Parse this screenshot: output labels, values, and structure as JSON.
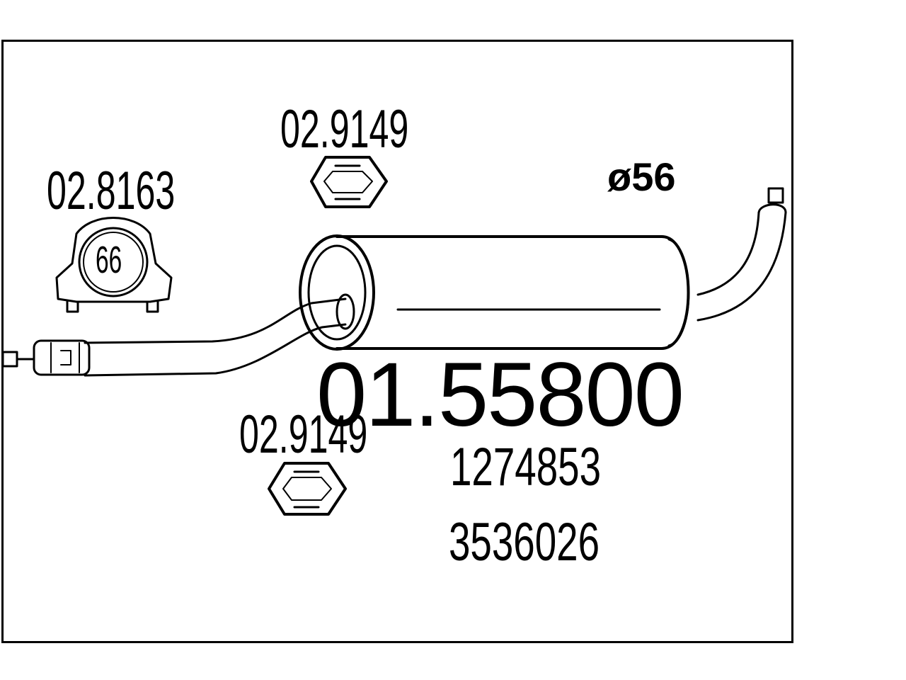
{
  "diagram": {
    "main_part_number": "01.55800",
    "oem_numbers": [
      "1274853",
      "3536026"
    ],
    "pipe_diameter_label": "ø56",
    "clamp": {
      "part_number": "02.8163",
      "size": "66"
    },
    "rubber_hangers": [
      {
        "part_number": "02.9149"
      },
      {
        "part_number": "02.9149"
      }
    ]
  }
}
